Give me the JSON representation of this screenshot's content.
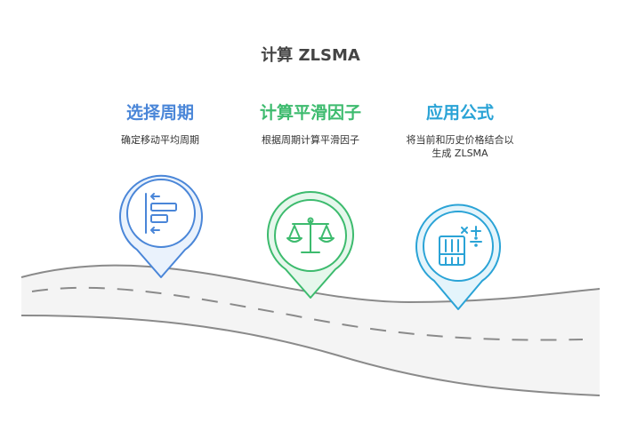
{
  "title": "计算 ZLSMA",
  "colors": {
    "blue": "#4a86d8",
    "green": "#3dbb6e",
    "cyan": "#2aa3d6",
    "road": "#f4f4f4",
    "road_edge": "#8a8a8a"
  },
  "steps": [
    {
      "title": "选择周期",
      "desc_lines": [
        "确定移动平均周期"
      ],
      "icon": "align-left-arrows-icon"
    },
    {
      "title": "计算平滑因子",
      "desc_lines": [
        "根据周期计算平滑因子"
      ],
      "icon": "balance-scale-icon"
    },
    {
      "title": "应用公式",
      "desc_lines": [
        "将当前和历史价格结合以",
        "生成 ZLSMA"
      ],
      "icon": "calculator-book-icon"
    }
  ]
}
